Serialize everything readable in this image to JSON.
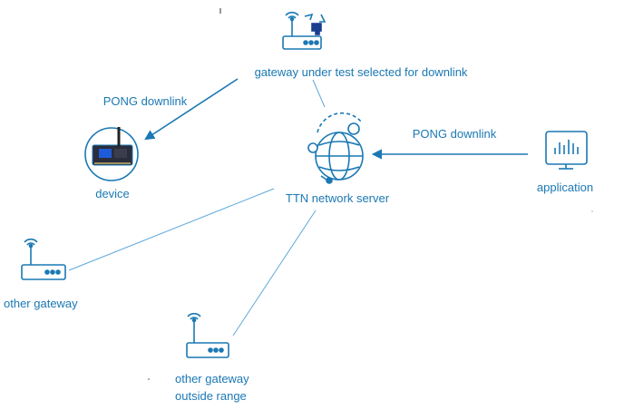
{
  "colors": {
    "accent": "#1a78b4",
    "line": "#5ba9dc",
    "icon_fill": "#ffffff",
    "chip": "#1b3f8f"
  },
  "labels": {
    "gateway_under_test": "gateway under test selected for downlink",
    "pong_left": "PONG downlink",
    "pong_right": "PONG downlink",
    "device": "device",
    "network_server": "TTN network server",
    "application": "application",
    "other_gateway": "other gateway",
    "other_gateway_range_line1": "other gateway",
    "other_gateway_range_line2": "outside range"
  },
  "icons": {
    "gateway_test": "router-with-chip-icon",
    "device": "lora-board-icon",
    "server": "network-globe-icon",
    "application": "dashboard-monitor-icon",
    "other_gateway": "router-icon",
    "other_gateway_range": "router-icon"
  }
}
